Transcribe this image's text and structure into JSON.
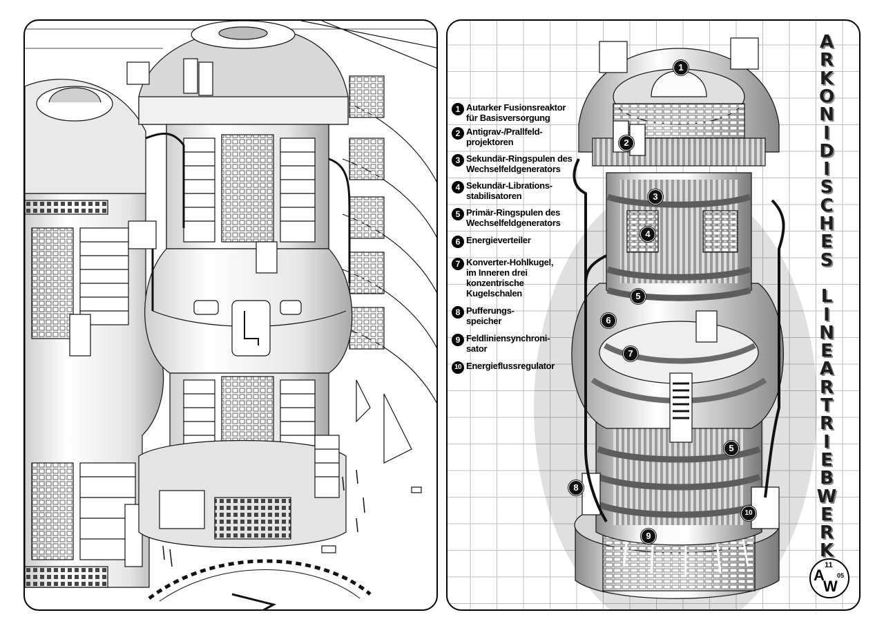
{
  "title_letters": [
    "A",
    "R",
    "K",
    "O",
    "N",
    "I",
    "D",
    "I",
    "S",
    "C",
    "H",
    "E",
    "S",
    "",
    "L",
    "I",
    "N",
    "E",
    "A",
    "R",
    "T",
    "R",
    "I",
    "E",
    "B",
    "W",
    "E",
    "R",
    "K"
  ],
  "legend": [
    {
      "num": "1",
      "text": "Autarker Fusionsreaktor\nfür Basisversorgung"
    },
    {
      "num": "2",
      "text": "Antigrav-/Prallfeld-\nprojektoren"
    },
    {
      "num": "3",
      "text": "Sekundär-Ringspulen des\nWechselfeldgenerators"
    },
    {
      "num": "4",
      "text": "Sekundär-Librations-\nstabilisatoren"
    },
    {
      "num": "5",
      "text": "Primär-Ringspulen des\nWechselfeldgenerators"
    },
    {
      "num": "6",
      "text": "Energieverteiler"
    },
    {
      "num": "7",
      "text": "Konverter-Hohlkugel,\n im Inneren drei\n konzentrische\n Kugelschalen"
    },
    {
      "num": "8",
      "text": "Pufferungs-\nspeicher"
    },
    {
      "num": "9",
      "text": "Feldliniensynchroni-\nsator"
    },
    {
      "num": "10",
      "text": "Energieflussregulator"
    }
  ],
  "callouts": [
    "1",
    "2",
    "3",
    "4",
    "5",
    "6",
    "7",
    "5",
    "8",
    "9",
    "10"
  ],
  "signature": {
    "top": "11",
    "left": "A",
    "bottom": "W",
    "right": "05"
  }
}
